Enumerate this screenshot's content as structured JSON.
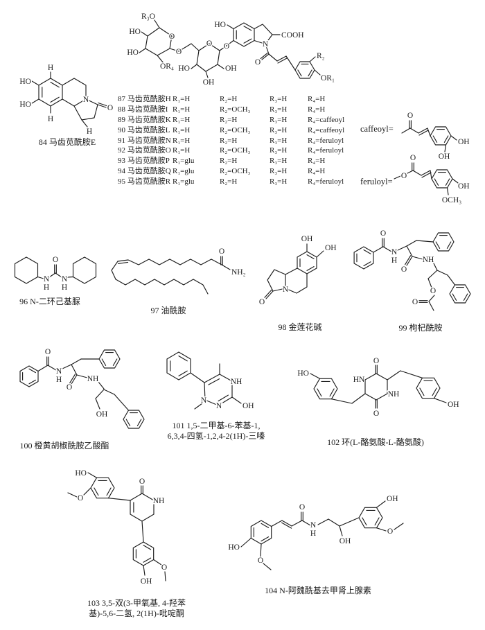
{
  "page": {
    "background": "#ffffff",
    "ink": "#1b1b1b"
  },
  "compounds": {
    "c84": {
      "caption": "84 马齿苋酰胺E",
      "atoms": [
        "H",
        "HO",
        "HO",
        "H",
        "N",
        "O",
        "H"
      ]
    },
    "glycoside": {
      "atoms": [
        "R₃O",
        "HO",
        "HO",
        "OR₄",
        "O",
        "O",
        "O",
        "HO",
        "OH",
        "OH",
        "O",
        "HO",
        "COOH",
        "N",
        "O",
        "R₂",
        "OR₁"
      ]
    },
    "acyl_caffeoyl": {
      "label": "caffeoyl=",
      "atoms": [
        "O",
        "OH",
        "OH"
      ]
    },
    "acyl_feruloyl": {
      "label": "feruloyl=",
      "atoms": [
        "O",
        "O",
        "OH",
        "OCH₃"
      ]
    },
    "c96": {
      "caption": "96 N-二环己基脲",
      "atoms": [
        "O",
        "N",
        "H",
        "N",
        "H"
      ]
    },
    "c97": {
      "caption": "97 油酰胺",
      "atoms": [
        "O",
        "NH₂"
      ]
    },
    "c98": {
      "caption": "98 金莲花碱",
      "atoms": [
        "OH",
        "OH",
        "N",
        "O"
      ]
    },
    "c99": {
      "caption": "99 枸杞酰胺",
      "atoms": [
        "O",
        "N",
        "H",
        "O",
        "NH",
        "O",
        "O"
      ]
    },
    "c100": {
      "caption": "100 橙黄胡椒酰胺乙酸酯",
      "atoms": [
        "O",
        "N",
        "H",
        "O",
        "NH",
        "OH"
      ]
    },
    "c101": {
      "caption_line1": "101 1,5-二甲基-6-苯基-1,",
      "caption_line2": "6,3,4-四氢-1,2,4-2(1H)-三嗪",
      "atoms": [
        "NH",
        "N",
        "N",
        "OH"
      ]
    },
    "c102": {
      "caption": "102 环(L-酪氨酸-L-酪氨酸)",
      "atoms": [
        "O",
        "HN",
        "NH",
        "O",
        "HO",
        "OH"
      ]
    },
    "c103": {
      "caption_line1": "103 3,5-双(3-甲氧基, 4-羟苯",
      "caption_line2": "基)-5,6-二氢, 2(1H)-吡啶酮",
      "atoms": [
        "O",
        "NH",
        "HO",
        "O",
        "O",
        "OH"
      ]
    },
    "c104": {
      "caption": "104 N-阿魏酰基去甲肾上腺素",
      "atoms": [
        "O",
        "N",
        "H",
        "OH",
        "HO",
        "O",
        "OH",
        "O"
      ]
    }
  },
  "r_table": {
    "rows": [
      {
        "name": "87 马齿苋酰胺H",
        "r1": "R₁=H",
        "r2": "R₂=H",
        "r3": "R₃=H",
        "r4": "R₄=H"
      },
      {
        "name": "88 马齿苋酰胺I",
        "r1": "R₁=H",
        "r2": "R₂=OCH₃",
        "r3": "R₃=H",
        "r4": "R₄=H"
      },
      {
        "name": "89 马齿苋酰胺K",
        "r1": "R₁=H",
        "r2": "R₂=H",
        "r3": "R₃=H",
        "r4": "R₄=caffeoyl"
      },
      {
        "name": "90 马齿苋酰胺L",
        "r1": "R₁=H",
        "r2": "R₂=OCH₃",
        "r3": "R₃=H",
        "r4": "R₄=caffeoyl"
      },
      {
        "name": "91 马齿苋酰胺N",
        "r1": "R₁=H",
        "r2": "R₂=H",
        "r3": "R₃=H",
        "r4": "R₄=feruloyl"
      },
      {
        "name": "92 马齿苋酰胺O",
        "r1": "R₁=H",
        "r2": "R₂=OCH₃",
        "r3": "R₃=H",
        "r4": "R₄=feruloyl"
      },
      {
        "name": "93 马齿苋酰胺P",
        "r1": "R₁=glu",
        "r2": "R₂=H",
        "r3": "R₃=H",
        "r4": "R₄=H"
      },
      {
        "name": "94 马齿苋酰胺Q",
        "r1": "R₁=glu",
        "r2": "R₂=OCH₃",
        "r3": "R₃=H",
        "r4": "R₄=H"
      },
      {
        "name": "95 马齿苋酰胺R",
        "r1": "R₁=glu",
        "r2": "R₂=H",
        "r3": "R₃=H",
        "r4": "R₄=feruloyl"
      }
    ]
  }
}
